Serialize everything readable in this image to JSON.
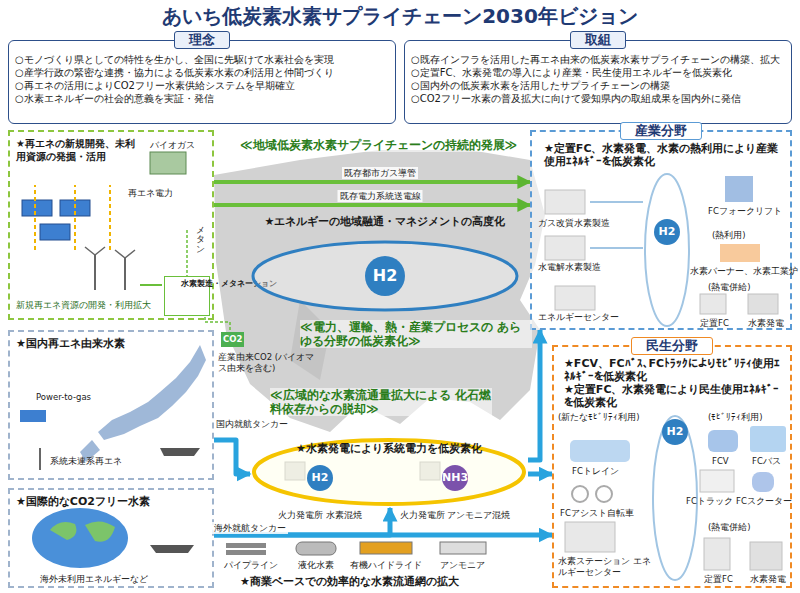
{
  "diagram": {
    "title": "あいち低炭素水素サプライチェーン2030年ビジョン",
    "nodes": [
      {
        "text": [
          "理念",
          "○モノづくり県としての特性を生かし、全国に先駆けて水素社会を実現",
          "○産学行政の緊密な連携・協力による低炭素水素の利活用と仲間づくり",
          "○再エネの活用によりCO2フリー水素供給システムを早期確立",
          "○水素エネルギーの社会的意義を実証・発信"
        ]
      },
      {
        "text": [
          "取組",
          "○既存インフラを活用した再エネ由来の低炭素水素サプライチェーンの構築、拡大",
          "○定置FC、水素発電の導入により産業・民生使用エネルギーを低炭素化",
          "○国内外の低炭素水素を活用したサプライチェーンの構築",
          "○CO2フリー水素の普及拡大に向けて愛知県内の取組成果を国内外に発信"
        ]
      },
      {
        "text": [
          "★再エネの新規開発、未利用資源の発掘・活用"
        ]
      },
      {
        "text": [
          "水素製造・メタネーション"
        ],
        "in": 2
      },
      {
        "text": [
          "★国内再エネ由来水素"
        ]
      },
      {
        "text": [
          "★国際的なCO2フリー水素"
        ]
      },
      {
        "text": [
          "産業分野",
          "★定置FC、水素発電、水素の熱利用により産業使用ｴﾈﾙｷﾞｰを低炭素化"
        ]
      },
      {
        "text": [
          "民生分野",
          "★FCV、FCﾊﾞｽ、FCﾄﾗｯｸによりﾓﾋﾞﾘﾃｨ使用ｴﾈﾙｷﾞｰを低炭素化",
          "★定置FC、水素発電により民生使用ｴﾈﾙｷﾞｰを低炭素化"
        ]
      },
      {
        "text": [
          "★エネルギーの地域融通・マネジメントの高度化",
          "H2"
        ]
      },
      {
        "text": [
          "★水素発電により系統電力を低炭素化"
        ]
      }
    ],
    "edges": [
      {
        "from": 2,
        "to": 6,
        "label": "既存都市ガス導管",
        "arrow": "to"
      },
      {
        "from": 2,
        "to": 6,
        "label": "既存電力系統送電線",
        "arrow": "to"
      },
      {
        "from": 4,
        "to": 9,
        "label": "国内就航タンカー",
        "arrow": "to"
      },
      {
        "from": 5,
        "to": 9,
        "label": "海外就航タンカー",
        "arrow": "to"
      },
      {
        "from": 9,
        "to": 7,
        "arrow": "to"
      },
      {
        "from": 9,
        "to": 6,
        "arrow": "to"
      },
      {
        "from": 5,
        "to": 7,
        "arrow": "to"
      }
    ],
    "labels": [
      "≪地域低炭素水素サプライチェーンの持続的発展≫",
      "バイオガス",
      "再エネ電力",
      "メタン",
      "新規再エネ資源の開発・利用拡大",
      "CO2",
      "産業由来CO2 (バイオマス由来を含む)",
      "≪電力、運輸、熱・産業プロセスの あらゆる分野の低炭素化≫",
      "≪広域的な水素流通量拡大による 化石燃料依存からの脱却≫",
      "Power-to-gas",
      "系統未連系再エネ",
      "海外未利用エネルギーなど",
      "パイプライン",
      "液化水素",
      "有機ハイドライド",
      "アンモニア",
      "★商業ベースでの効率的な水素流通網の拡大",
      "火力発電所 水素混焼",
      "火力発電所 アンモニア混焼",
      "H2",
      "NH3",
      "ガス改質水素製造",
      "水電解水素製造",
      "エネルギーセンター",
      "H2",
      "FCフォークリフト",
      "(熱利用)",
      "水素バーナー、水素工業炉",
      "(熱電併給)",
      "定置FC",
      "水素発電",
      "(新たなﾓﾋﾞﾘﾃｨ利用)",
      "FCトレイン",
      "FCアシスト自転車",
      "(ﾓﾋﾞﾘﾃｨ利用)",
      "FCV",
      "FCバス",
      "FCトラック",
      "FCスクーター",
      "(熱電併給)",
      "定置FC",
      "水素発電",
      "水素ステーション エネルギーセンター",
      "H2"
    ]
  }
}
